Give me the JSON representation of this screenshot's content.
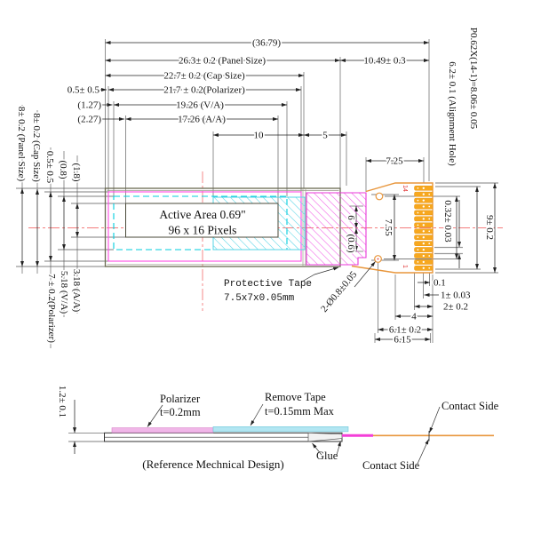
{
  "top_view": {
    "width_dims": {
      "overall": "(36.79)",
      "panel": "26.3± 0.2 (Panel Size)",
      "fpc": "10.49± 0.3",
      "cap": "22.7± 0.2 (Cap Size)",
      "polarizer": "21.7 ± 0.2(Polarizer)",
      "va": "19.26 (V/A)",
      "aa": "17.26 (A/A)",
      "ten": "10",
      "five": "5",
      "fpc_inner": "7.25",
      "pol_offset": "0.5± 0.5",
      "va_offset": "(1.27)",
      "aa_offset": "(2.27)"
    },
    "height_dims": {
      "panel": "8± 0.2 (Panel Size)",
      "cap": "8± 0.2 (Cap Size)",
      "pol_top": "0.5± 0.5",
      "va_top": "(0.8)",
      "aa_top": "(1.8)",
      "polarizer": "7 ± 0.2(Polarizer)",
      "va": "5.18 (V/A)",
      "aa": "3.18 (A/A)"
    },
    "right_dims": {
      "pitch": "P0.62X(14-1)=8.06± 0.05",
      "align_hole": "6.2± 0.1 (Alignment Hole)",
      "total": "9± 0.2",
      "fpc_len": "7.55",
      "pad": "0.32± 0.03",
      "tape": "6",
      "tape_gap": "(0.6)",
      "holes": "2-Ø0.8±0.05"
    },
    "under_dims": {
      "a": "0.1",
      "b": "1± 0.03",
      "c": "2± 0.2",
      "d": "4",
      "e": "6.1± 0.2",
      "f": "6.15"
    },
    "active_area": {
      "line1": "Active Area 0.69\"",
      "line2": "96 x 16 Pixels"
    },
    "tape_note": {
      "line1": "Protective Tape",
      "line2": "7.5x7x0.05mm"
    },
    "pins": {
      "last": "14",
      "first": "1"
    }
  },
  "side_view": {
    "thickness": "1.2± 0.1",
    "polarizer_label": "Polarizer",
    "polarizer_t": "t=0.2mm",
    "remove_tape_label": "Remove Tape",
    "remove_tape_t": "t=0.15mm Max",
    "glue": "Glue",
    "contact_top": "Contact Side",
    "contact_bottom": "Contact Side",
    "note": "(Reference Mechnical Design)"
  },
  "colors": {
    "polarizer_magenta": "#ff4ae4",
    "hatch_magenta": "#f055e5",
    "hatch_cyan": "#55d4e6",
    "fpc_orange": "#e8963c",
    "pad_fill": "#f7a81f",
    "centerline_red": "#f47c7c",
    "pin_red": "#e03030"
  }
}
